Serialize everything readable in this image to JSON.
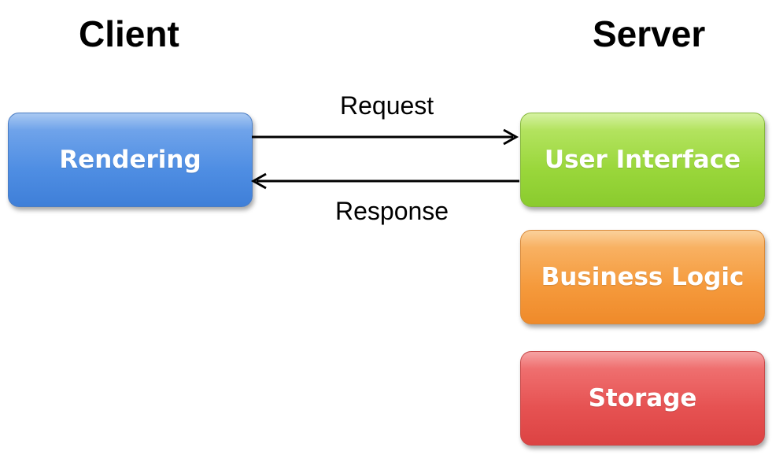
{
  "headings": {
    "client": "Client",
    "server": "Server"
  },
  "client": {
    "rendering": "Rendering"
  },
  "server": {
    "user_interface": "User Interface",
    "business_logic": "Business Logic",
    "storage": "Storage"
  },
  "arrows": {
    "request": "Request",
    "response": "Response"
  },
  "colors": {
    "rendering": "#4f8ee3",
    "user_interface": "#9ad73b",
    "business_logic": "#f59a3c",
    "storage": "#e65252"
  }
}
